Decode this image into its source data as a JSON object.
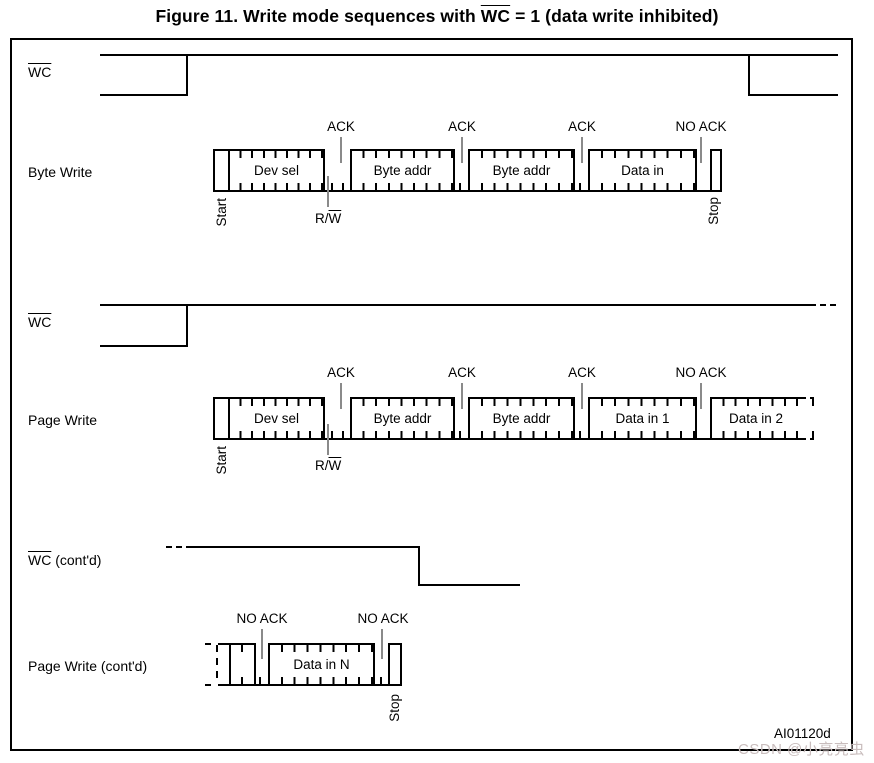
{
  "title": {
    "prefix": "Figure 11. Write mode sequences with ",
    "wc": "WC",
    "suffix": " = 1 (data write inhibited)"
  },
  "wc_top": {
    "wc": "WC"
  },
  "wc_mid": {
    "wc": "WC"
  },
  "wc_cont": {
    "wc": "WC",
    "rest": " (cont'd)"
  },
  "byte_write": {
    "label": "Byte Write",
    "start": "Start",
    "stop": "Stop",
    "rw_prefix": "R/",
    "rw_w": "W",
    "acks": [
      "ACK",
      "ACK",
      "ACK",
      "NO ACK"
    ],
    "boxes": [
      "Dev sel",
      "Byte addr",
      "Byte addr",
      "Data in"
    ]
  },
  "page_write": {
    "label": "Page Write",
    "start": "Start",
    "rw_prefix": "R/",
    "rw_w": "W",
    "acks": [
      "ACK",
      "ACK",
      "ACK",
      "NO ACK"
    ],
    "boxes": [
      "Dev sel",
      "Byte addr",
      "Byte addr",
      "Data in 1",
      "Data in 2"
    ]
  },
  "page_write_cont": {
    "label": "Page Write (cont'd)",
    "noacks": [
      "NO ACK",
      "NO ACK"
    ],
    "box": "Data in N",
    "stop": "Stop"
  },
  "footer": {
    "code": "AI01120d",
    "watermark": "CSDN @小亮亮虫"
  },
  "colors": {
    "line": "#000000",
    "pointer": "#8a8a8a",
    "watermark": "#c9bdbd"
  }
}
